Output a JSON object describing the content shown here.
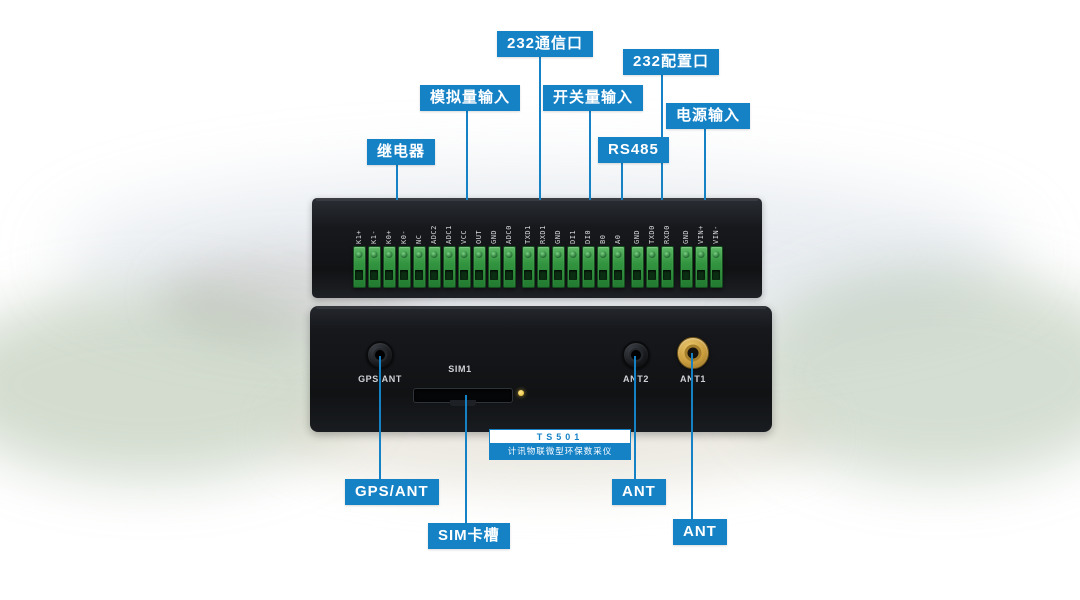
{
  "colors": {
    "accent_blue": "#1682c6"
  },
  "callouts": {
    "top": [
      {
        "label": "232通信口"
      },
      {
        "label": "232配置口"
      },
      {
        "label": "模拟量输入"
      },
      {
        "label": "开关量输入"
      },
      {
        "label": "电源输入"
      },
      {
        "label": "继电器"
      },
      {
        "label": "RS485"
      }
    ],
    "bottom": [
      {
        "label": "GPS/ANT"
      },
      {
        "label": "SIM卡槽"
      },
      {
        "label": "ANT"
      },
      {
        "label": "ANT"
      }
    ]
  },
  "device": {
    "terminal_groups": [
      {
        "pins": [
          "K1+",
          "K1-",
          "K0+",
          "K0-",
          "NC",
          "ADC2",
          "ADC1",
          "VCC",
          "OUT",
          "GND",
          "ADC0"
        ]
      },
      {
        "pins": [
          "TXD1",
          "RXD1",
          "GND",
          "DI1",
          "DI0",
          "B0",
          "A0"
        ]
      },
      {
        "pins": [
          "GND",
          "TXD0",
          "RXD0"
        ]
      },
      {
        "pins": [
          "GND",
          "VIN+",
          "VIN-"
        ]
      }
    ],
    "front_labels": {
      "gps": "GPS ANT",
      "sim": "SIM1",
      "ant2": "ANT2",
      "ant1": "ANT1"
    },
    "badge": {
      "model": "TS501",
      "name": "计讯物联微型环保数采仪"
    }
  }
}
